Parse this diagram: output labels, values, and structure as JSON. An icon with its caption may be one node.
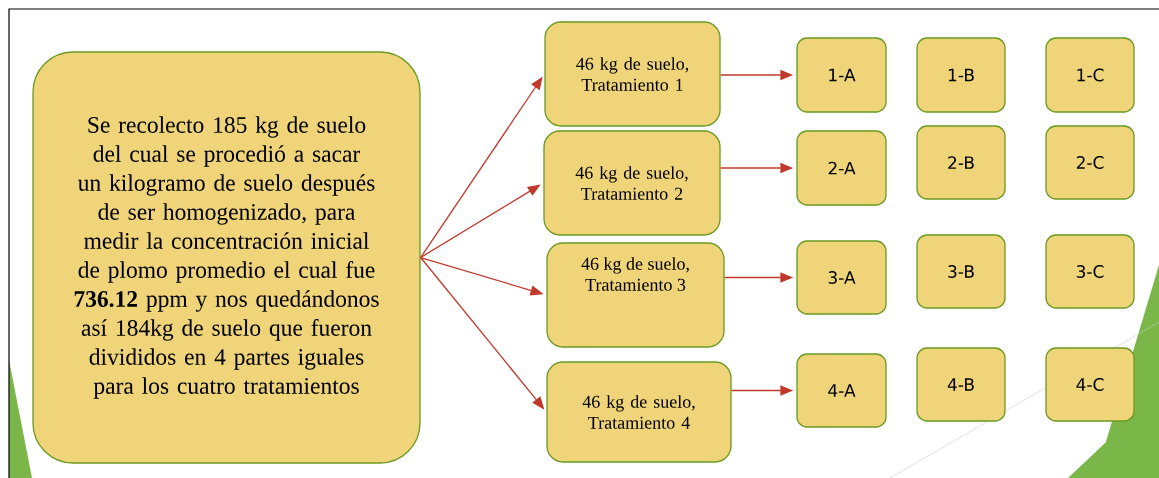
{
  "diagram": {
    "nodes": [
      {
        "text": [
          "Se recolecto 185 kg de suelo del cual se procedió a sacar un kilogramo de suelo después de ser homogenizado, para medir la concentración inicial de plomo promedio  el cual fue **736.12** ppm y nos quedándonos así 184kg de suelo que fueron divididos en 4 partes iguales para los cuatro tratamientos"
        ]
      },
      {
        "text": [
          "46 kg de suelo, Tratamiento 1"
        ]
      },
      {
        "text": [
          "46 kg de suelo, Tratamiento 2"
        ]
      },
      {
        "text": [
          "46 kg de suelo, Tratamiento 3"
        ]
      },
      {
        "text": [
          "46 kg de suelo, Tratamiento 4"
        ]
      },
      {
        "text": [
          "1-A"
        ]
      },
      {
        "text": [
          "1-B"
        ]
      },
      {
        "text": [
          "1-C"
        ]
      },
      {
        "text": [
          "2-A"
        ]
      },
      {
        "text": [
          "2-B"
        ]
      },
      {
        "text": [
          "2-C"
        ]
      },
      {
        "text": [
          "3-A"
        ]
      },
      {
        "text": [
          "3-B"
        ]
      },
      {
        "text": [
          "3-C"
        ]
      },
      {
        "text": [
          "4-A"
        ]
      },
      {
        "text": [
          "4-B"
        ]
      },
      {
        "text": [
          "4-C"
        ]
      }
    ],
    "edges": [
      {
        "from": 0,
        "to": 1,
        "arrow": "to"
      },
      {
        "from": 0,
        "to": 2,
        "arrow": "to"
      },
      {
        "from": 0,
        "to": 3,
        "arrow": "to"
      },
      {
        "from": 0,
        "to": 4,
        "arrow": "to"
      },
      {
        "from": 1,
        "to": 5,
        "arrow": "to"
      },
      {
        "from": 2,
        "to": 8,
        "arrow": "to"
      },
      {
        "from": 3,
        "to": 11,
        "arrow": "to"
      },
      {
        "from": 4,
        "to": 14,
        "arrow": "to"
      }
    ]
  }
}
